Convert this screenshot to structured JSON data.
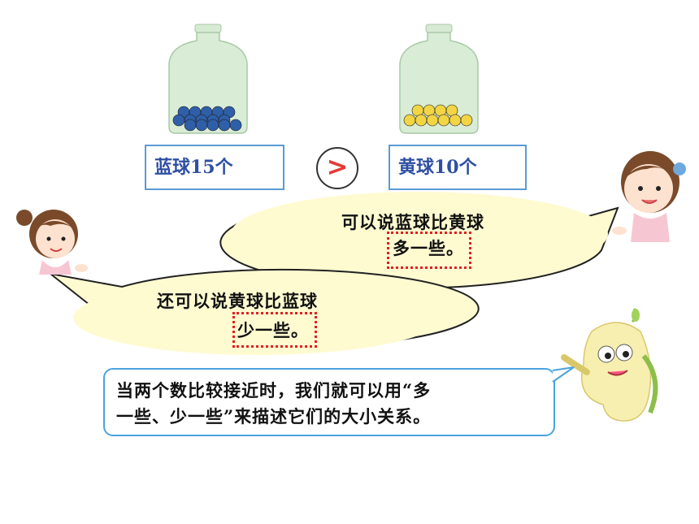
{
  "jars": {
    "blue_label": "蓝球15个",
    "yellow_label": "黄球10个",
    "comparison_symbol": ">"
  },
  "bubbles": {
    "girl_right_line1": "可以说蓝球比黄球",
    "girl_right_line2": "多一些。",
    "girl_left_line1": "还可以说黄球比蓝球",
    "girl_left_line2": "少一些。"
  },
  "info": {
    "line1": "当两个数比较接近时，我们就可以用“多",
    "line2": "一些、少一些”来描述它们的大小关系。"
  },
  "colors": {
    "blue_ball": "#2f5fa8",
    "yellow_ball": "#f2d544",
    "bubble_fill": "#fffbd1",
    "accent_red": "#e02020",
    "box_border": "#5b9bd5"
  }
}
